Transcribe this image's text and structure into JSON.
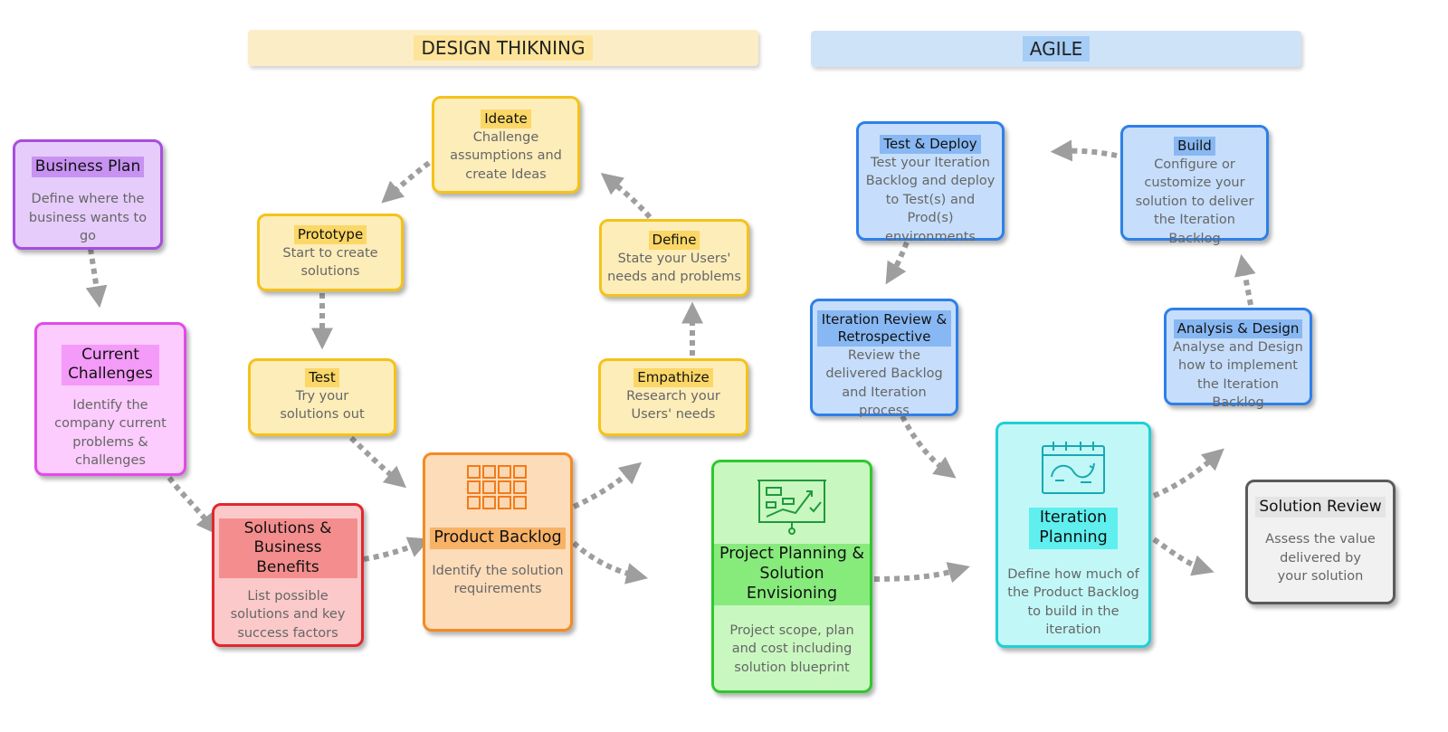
{
  "banners": {
    "design": "DESIGN THIKNING",
    "agile": "AGILE"
  },
  "nodes": {
    "business_plan": {
      "title": "Business Plan",
      "desc": "Define where the business wants to go"
    },
    "current_challenges": {
      "title": "Current Challenges",
      "desc": "Identify the company current problems & challenges"
    },
    "solutions_benefits": {
      "title": "Solutions & Business Benefits",
      "desc": "List possible solutions and key success factors"
    },
    "product_backlog": {
      "title": "Product Backlog",
      "desc": "Identify the solution requirements"
    },
    "ideate": {
      "title": "Ideate",
      "desc": "Challenge assumptions and create Ideas"
    },
    "prototype": {
      "title": "Prototype",
      "desc": "Start to create solutions"
    },
    "define": {
      "title": "Define",
      "desc": "State your Users' needs and problems"
    },
    "test": {
      "title": "Test",
      "desc": "Try your solutions out"
    },
    "empathize": {
      "title": "Empathize",
      "desc": "Research your Users' needs"
    },
    "project_planning": {
      "title": "Project Planning & Solution Envisioning",
      "desc": "Project scope, plan and cost including solution blueprint"
    },
    "test_deploy": {
      "title": "Test & Deploy",
      "desc": "Test your Iteration Backlog and deploy to Test(s) and Prod(s) environments"
    },
    "build": {
      "title": "Build",
      "desc": "Configure or customize your solution to deliver the Iteration Backlog"
    },
    "iteration_review": {
      "title": "Iteration Review & Retrospective",
      "desc": "Review the delivered Backlog and Iteration process"
    },
    "analysis_design": {
      "title": "Analysis & Design",
      "desc": "Analyse and Design how to implement the Iteration Backlog"
    },
    "iteration_planning": {
      "title": "Iteration Planning",
      "desc": "Define how much of the Product Backlog to build in the iteration"
    },
    "solution_review": {
      "title": "Solution Review",
      "desc": "Assess the value delivered by your solution"
    }
  },
  "colors": {
    "design_banner": "#fbeec6",
    "agile_banner": "#cfe3f8",
    "connector": "#9e9e9e",
    "purple": "#a64ee0",
    "magenta": "#e34ae9",
    "red": "#e0282f",
    "orange": "#f58a24",
    "yellow": "#f5c21a",
    "green": "#2ec82e",
    "blue": "#2e80e8",
    "cyan": "#1fd0d6",
    "gray": "#5a5a5a"
  }
}
